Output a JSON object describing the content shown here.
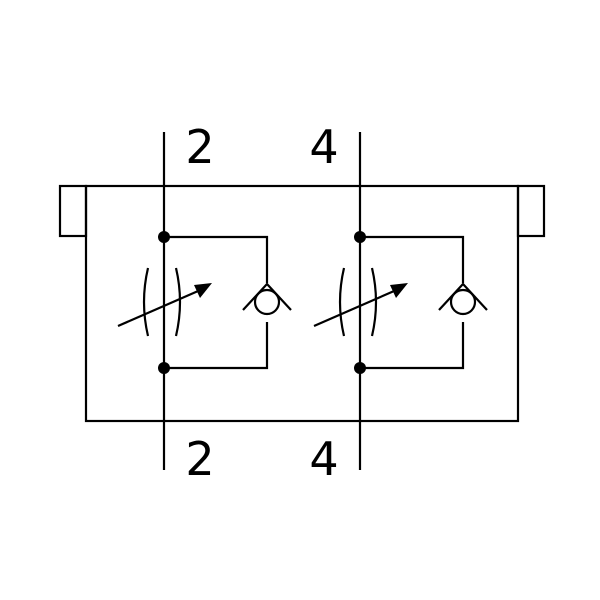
{
  "ports": [
    {
      "id": "channel-a",
      "top_label": "2",
      "bottom_label": "2"
    },
    {
      "id": "channel-b",
      "top_label": "4",
      "bottom_label": "4"
    }
  ],
  "colors": {
    "stroke": "#000000",
    "background": "#ffffff"
  },
  "symbols": [
    "adjustable-throttle",
    "check-valve"
  ]
}
